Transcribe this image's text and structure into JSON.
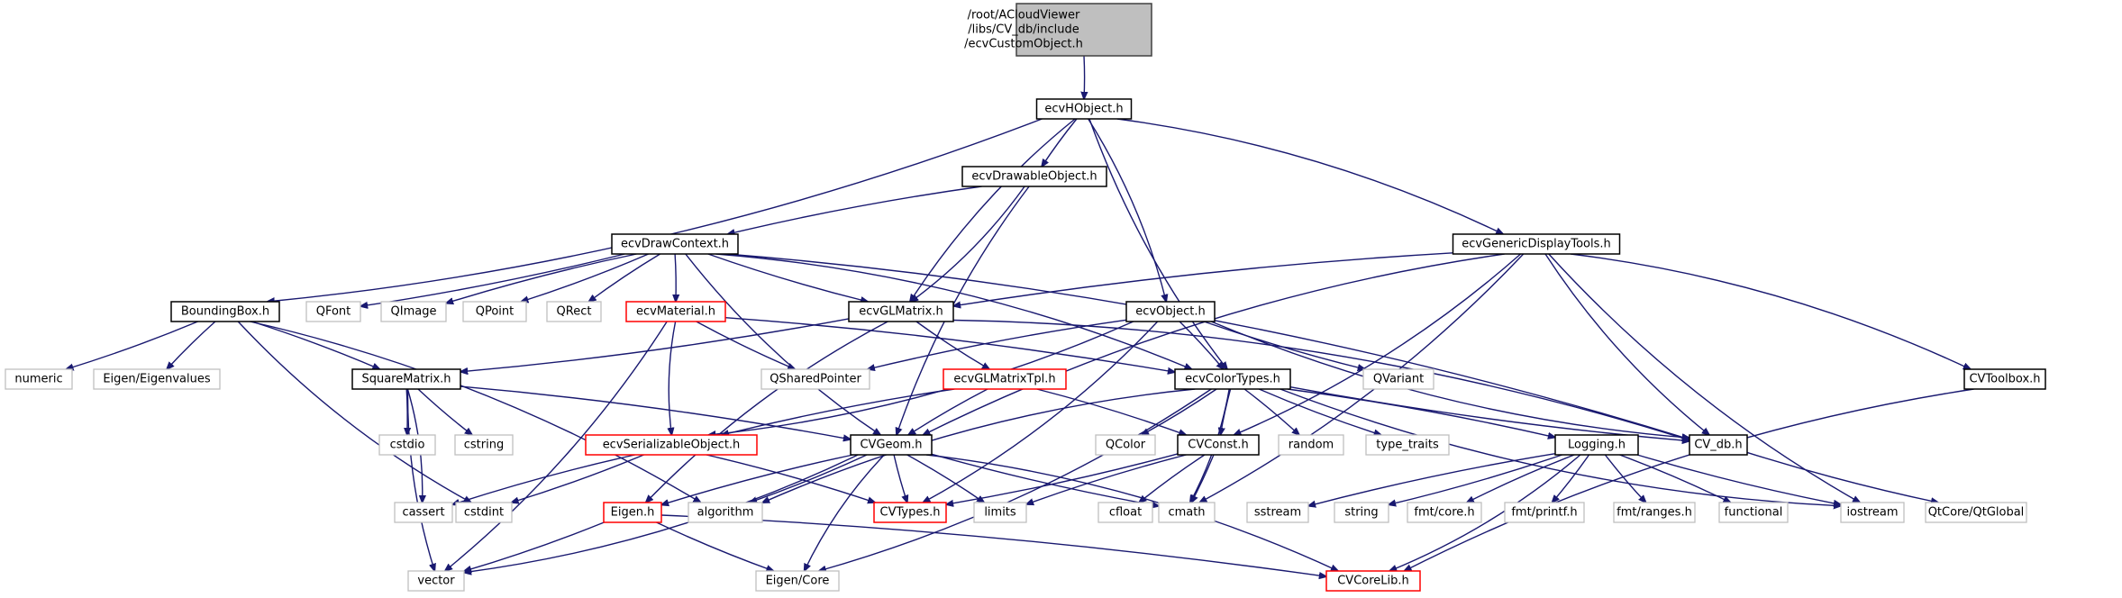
{
  "title": "Include dependency graph for ecvCustomObject.h",
  "colors": {
    "edge": "#191970",
    "root_fill": "#bfbfbf",
    "root_border": "#404040",
    "documented_border": "#000000",
    "external_border": "#bfbfbf",
    "truncated_border": "#ff0000"
  },
  "nodes": [
    {
      "id": "root",
      "label": [
        "/root/ACloudViewer",
        "/libs/CV_db/include",
        "/ecvCustomObject.h"
      ],
      "kind": "root"
    },
    {
      "id": "ecvHObject",
      "label": [
        "ecvHObject.h"
      ],
      "kind": "documented"
    },
    {
      "id": "ecvDrawableObject",
      "label": [
        "ecvDrawableObject.h"
      ],
      "kind": "documented"
    },
    {
      "id": "ecvGenericDisplayTools",
      "label": [
        "ecvGenericDisplayTools.h"
      ],
      "kind": "documented"
    },
    {
      "id": "ecvDrawContext",
      "label": [
        "ecvDrawContext.h"
      ],
      "kind": "documented"
    },
    {
      "id": "BoundingBox",
      "label": [
        "BoundingBox.h"
      ],
      "kind": "documented"
    },
    {
      "id": "QFont",
      "label": [
        "QFont"
      ],
      "kind": "external"
    },
    {
      "id": "QImage",
      "label": [
        "QImage"
      ],
      "kind": "external"
    },
    {
      "id": "QPoint",
      "label": [
        "QPoint"
      ],
      "kind": "external"
    },
    {
      "id": "QRect",
      "label": [
        "QRect"
      ],
      "kind": "external"
    },
    {
      "id": "ecvMaterial",
      "label": [
        "ecvMaterial.h"
      ],
      "kind": "truncated"
    },
    {
      "id": "ecvGLMatrix",
      "label": [
        "ecvGLMatrix.h"
      ],
      "kind": "documented"
    },
    {
      "id": "ecvObject",
      "label": [
        "ecvObject.h"
      ],
      "kind": "documented"
    },
    {
      "id": "CVToolbox",
      "label": [
        "CVToolbox.h"
      ],
      "kind": "documented"
    },
    {
      "id": "numeric",
      "label": [
        "numeric"
      ],
      "kind": "external"
    },
    {
      "id": "EigenEigenvalues",
      "label": [
        "Eigen/Eigenvalues"
      ],
      "kind": "external"
    },
    {
      "id": "SquareMatrix",
      "label": [
        "SquareMatrix.h"
      ],
      "kind": "documented"
    },
    {
      "id": "QSharedPointer",
      "label": [
        "QSharedPointer"
      ],
      "kind": "external"
    },
    {
      "id": "ecvGLMatrixTpl",
      "label": [
        "ecvGLMatrixTpl.h"
      ],
      "kind": "truncated"
    },
    {
      "id": "ecvColorTypes",
      "label": [
        "ecvColorTypes.h"
      ],
      "kind": "documented"
    },
    {
      "id": "QVariant",
      "label": [
        "QVariant"
      ],
      "kind": "external"
    },
    {
      "id": "cstdio",
      "label": [
        "cstdio"
      ],
      "kind": "external"
    },
    {
      "id": "cstring",
      "label": [
        "cstring"
      ],
      "kind": "external"
    },
    {
      "id": "ecvSerializableObject",
      "label": [
        "ecvSerializableObject.h"
      ],
      "kind": "truncated"
    },
    {
      "id": "CVGeom",
      "label": [
        "CVGeom.h"
      ],
      "kind": "documented"
    },
    {
      "id": "QColor",
      "label": [
        "QColor"
      ],
      "kind": "external"
    },
    {
      "id": "CVConst",
      "label": [
        "CVConst.h"
      ],
      "kind": "documented"
    },
    {
      "id": "random",
      "label": [
        "random"
      ],
      "kind": "external"
    },
    {
      "id": "type_traits",
      "label": [
        "type_traits"
      ],
      "kind": "external"
    },
    {
      "id": "Logging",
      "label": [
        "Logging.h"
      ],
      "kind": "documented"
    },
    {
      "id": "CV_db",
      "label": [
        "CV_db.h"
      ],
      "kind": "documented"
    },
    {
      "id": "cstdint",
      "label": [
        "cstdint"
      ],
      "kind": "external"
    },
    {
      "id": "cassert",
      "label": [
        "cassert"
      ],
      "kind": "external"
    },
    {
      "id": "Eigen",
      "label": [
        "Eigen.h"
      ],
      "kind": "truncated"
    },
    {
      "id": "algorithm",
      "label": [
        "algorithm"
      ],
      "kind": "external"
    },
    {
      "id": "CVTypes",
      "label": [
        "CVTypes.h"
      ],
      "kind": "truncated"
    },
    {
      "id": "limits",
      "label": [
        "limits"
      ],
      "kind": "external"
    },
    {
      "id": "cfloat",
      "label": [
        "cfloat"
      ],
      "kind": "external"
    },
    {
      "id": "cmath",
      "label": [
        "cmath"
      ],
      "kind": "external"
    },
    {
      "id": "sstream",
      "label": [
        "sstream"
      ],
      "kind": "external"
    },
    {
      "id": "string",
      "label": [
        "string"
      ],
      "kind": "external"
    },
    {
      "id": "fmtcore",
      "label": [
        "fmt/core.h"
      ],
      "kind": "external"
    },
    {
      "id": "fmtprintf",
      "label": [
        "fmt/printf.h"
      ],
      "kind": "external"
    },
    {
      "id": "fmtranges",
      "label": [
        "fmt/ranges.h"
      ],
      "kind": "external"
    },
    {
      "id": "functional",
      "label": [
        "functional"
      ],
      "kind": "external"
    },
    {
      "id": "iostream",
      "label": [
        "iostream"
      ],
      "kind": "external"
    },
    {
      "id": "QtGlobal",
      "label": [
        "QtCore/QtGlobal"
      ],
      "kind": "external"
    },
    {
      "id": "vector",
      "label": [
        "vector"
      ],
      "kind": "external"
    },
    {
      "id": "EigenCore",
      "label": [
        "Eigen/Core"
      ],
      "kind": "external"
    },
    {
      "id": "CVCoreLib",
      "label": [
        "CVCoreLib.h"
      ],
      "kind": "truncated"
    }
  ],
  "edges": [
    [
      "root",
      "ecvHObject"
    ],
    [
      "ecvHObject",
      "ecvDrawableObject"
    ],
    [
      "ecvHObject",
      "BoundingBox"
    ],
    [
      "ecvHObject",
      "ecvGLMatrix"
    ],
    [
      "ecvHObject",
      "ecvObject"
    ],
    [
      "ecvHObject",
      "ecvColorTypes"
    ],
    [
      "ecvHObject",
      "ecvGenericDisplayTools"
    ],
    [
      "ecvDrawableObject",
      "ecvDrawContext"
    ],
    [
      "ecvDrawableObject",
      "ecvGLMatrix"
    ],
    [
      "ecvDrawableObject",
      "CVGeom"
    ],
    [
      "ecvDrawContext",
      "QFont"
    ],
    [
      "ecvDrawContext",
      "QImage"
    ],
    [
      "ecvDrawContext",
      "QPoint"
    ],
    [
      "ecvDrawContext",
      "QRect"
    ],
    [
      "ecvDrawContext",
      "ecvMaterial"
    ],
    [
      "ecvDrawContext",
      "ecvGLMatrix"
    ],
    [
      "ecvDrawContext",
      "ecvColorTypes"
    ],
    [
      "ecvDrawContext",
      "CVGeom"
    ],
    [
      "ecvDrawContext",
      "CV_db"
    ],
    [
      "ecvGenericDisplayTools",
      "ecvGLMatrix"
    ],
    [
      "ecvGenericDisplayTools",
      "CVToolbox"
    ],
    [
      "ecvGenericDisplayTools",
      "CV_db"
    ],
    [
      "ecvGenericDisplayTools",
      "CVConst"
    ],
    [
      "ecvGenericDisplayTools",
      "iostream"
    ],
    [
      "ecvGenericDisplayTools",
      "cmath"
    ],
    [
      "ecvGenericDisplayTools",
      "CVGeom"
    ],
    [
      "BoundingBox",
      "numeric"
    ],
    [
      "BoundingBox",
      "EigenEigenvalues"
    ],
    [
      "BoundingBox",
      "SquareMatrix"
    ],
    [
      "BoundingBox",
      "cstdint"
    ],
    [
      "BoundingBox",
      "algorithm"
    ],
    [
      "ecvMaterial",
      "QSharedPointer"
    ],
    [
      "ecvMaterial",
      "ecvColorTypes"
    ],
    [
      "ecvMaterial",
      "ecvSerializableObject"
    ],
    [
      "ecvMaterial",
      "vector"
    ],
    [
      "ecvGLMatrix",
      "ecvGLMatrixTpl"
    ],
    [
      "ecvGLMatrix",
      "SquareMatrix"
    ],
    [
      "ecvGLMatrix",
      "Eigen"
    ],
    [
      "ecvGLMatrix",
      "CV_db"
    ],
    [
      "ecvObject",
      "QSharedPointer"
    ],
    [
      "ecvObject",
      "ecvColorTypes"
    ],
    [
      "ecvObject",
      "QVariant"
    ],
    [
      "ecvObject",
      "ecvSerializableObject"
    ],
    [
      "ecvObject",
      "CV_db"
    ],
    [
      "ecvObject",
      "CVTypes"
    ],
    [
      "CVToolbox",
      "CVCoreLib"
    ],
    [
      "SquareMatrix",
      "cstdio"
    ],
    [
      "SquareMatrix",
      "cstring"
    ],
    [
      "SquareMatrix",
      "cassert"
    ],
    [
      "SquareMatrix",
      "vector"
    ],
    [
      "SquareMatrix",
      "CVGeom"
    ],
    [
      "ecvGLMatrixTpl",
      "CVGeom"
    ],
    [
      "ecvGLMatrixTpl",
      "CVConst"
    ],
    [
      "ecvGLMatrixTpl",
      "ecvSerializableObject"
    ],
    [
      "ecvColorTypes",
      "QColor"
    ],
    [
      "ecvColorTypes",
      "CVConst"
    ],
    [
      "ecvColorTypes",
      "random"
    ],
    [
      "ecvColorTypes",
      "type_traits"
    ],
    [
      "ecvColorTypes",
      "Logging"
    ],
    [
      "ecvColorTypes",
      "CV_db"
    ],
    [
      "ecvColorTypes",
      "cmath"
    ],
    [
      "ecvColorTypes",
      "algorithm"
    ],
    [
      "ecvColorTypes",
      "EigenCore"
    ],
    [
      "ecvColorTypes",
      "iostream"
    ],
    [
      "ecvSerializableObject",
      "cstdint"
    ],
    [
      "ecvSerializableObject",
      "cassert"
    ],
    [
      "ecvSerializableObject",
      "CVTypes"
    ],
    [
      "CVGeom",
      "Eigen"
    ],
    [
      "CVGeom",
      "algorithm"
    ],
    [
      "CVGeom",
      "CVTypes"
    ],
    [
      "CVGeom",
      "limits"
    ],
    [
      "CVGeom",
      "cmath"
    ],
    [
      "CVGeom",
      "vector"
    ],
    [
      "CVGeom",
      "EigenCore"
    ],
    [
      "CVGeom",
      "CVCoreLib"
    ],
    [
      "CVConst",
      "cfloat"
    ],
    [
      "CVConst",
      "cmath"
    ],
    [
      "CVConst",
      "limits"
    ],
    [
      "CVConst",
      "CVTypes"
    ],
    [
      "Logging",
      "sstream"
    ],
    [
      "Logging",
      "string"
    ],
    [
      "Logging",
      "fmtcore"
    ],
    [
      "Logging",
      "fmtprintf"
    ],
    [
      "Logging",
      "fmtranges"
    ],
    [
      "Logging",
      "functional"
    ],
    [
      "Logging",
      "iostream"
    ],
    [
      "Logging",
      "CVCoreLib"
    ],
    [
      "CV_db",
      "QtGlobal"
    ],
    [
      "Eigen",
      "vector"
    ],
    [
      "Eigen",
      "EigenCore"
    ],
    [
      "Eigen",
      "CVCoreLib"
    ]
  ]
}
